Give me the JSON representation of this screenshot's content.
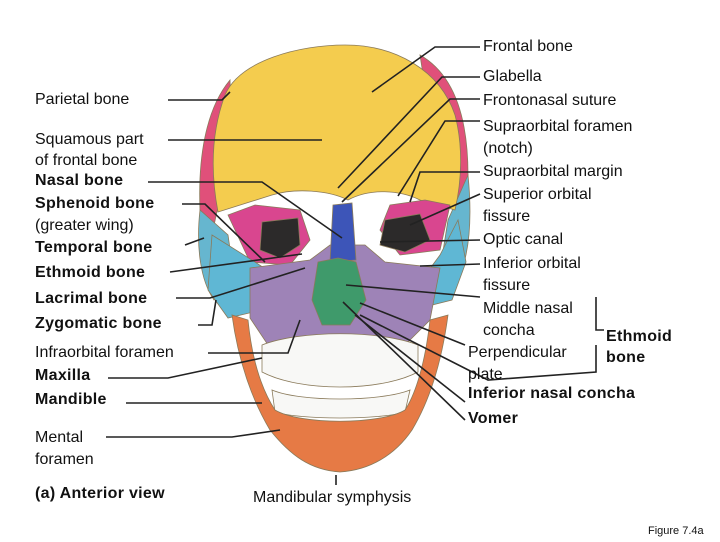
{
  "labels_left": {
    "parietal": "Parietal bone",
    "squamous": "Squamous part",
    "squamous2": "of frontal bone",
    "nasal": "Nasal bone",
    "sphenoid": "Sphenoid bone",
    "sphenoid2": "(greater wing)",
    "temporal": "Temporal bone",
    "ethmoid": "Ethmoid bone",
    "lacrimal": "Lacrimal bone",
    "zygomatic": "Zygomatic bone",
    "infraorbital_foramen": "Infraorbital foramen",
    "maxilla": "Maxilla",
    "mandible": "Mandible",
    "mental": "Mental",
    "mental2": "foramen"
  },
  "labels_right": {
    "frontal": "Frontal bone",
    "glabella": "Glabella",
    "frontonasal": "Frontonasal suture",
    "supraorbital_foramen": "Supraorbital foramen",
    "notch": "(notch)",
    "supraorbital_margin": "Supraorbital margin",
    "superior_orbital": "Superior orbital",
    "fissure1": "fissure",
    "optic_canal": "Optic canal",
    "inferior_orbital": "Inferior orbital",
    "fissure2": "fissure",
    "middle_nasal": "Middle nasal",
    "concha": "concha",
    "perpendicular": "Perpendicular",
    "plate": "plate",
    "ethmoid_group": "Ethmoid",
    "ethmoid_group2": "bone",
    "inferior_nasal": "Inferior nasal concha",
    "vomer": "Vomer"
  },
  "bottom": {
    "view": "(a) Anterior view",
    "symphysis": "Mandibular symphysis",
    "figure": "Figure 7.4a"
  },
  "colors": {
    "frontal": "#f4cc4e",
    "parietal": "#e0507a",
    "sphenoid": "#d9468f",
    "temporal": "#66b6cf",
    "zygomatic": "#5fb7d4",
    "maxilla": "#9e83b7",
    "mandible": "#e67a45",
    "nasal": "#3d55b8",
    "ethmoid": "#3f9a6b",
    "teeth": "#f8f8f6",
    "orbit_dark": "#2c2a2a"
  }
}
